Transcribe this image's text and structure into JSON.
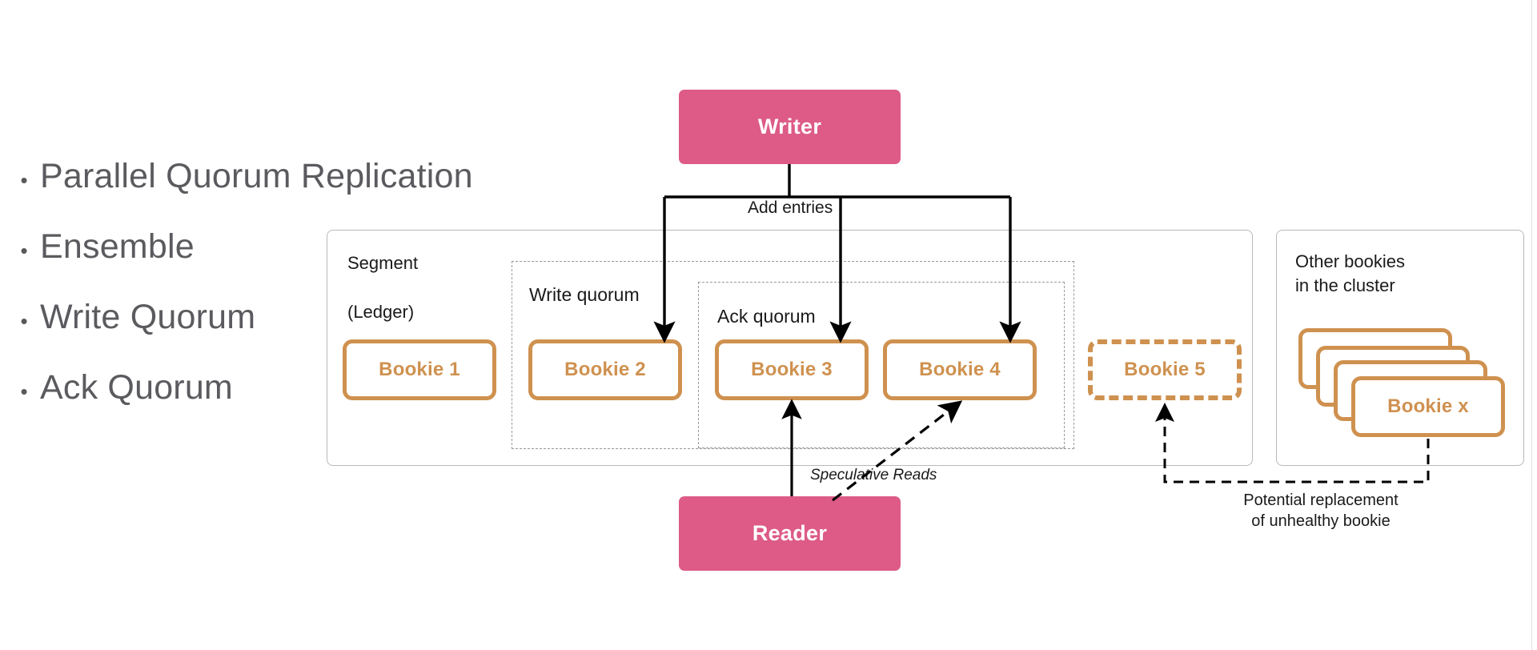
{
  "slide": {
    "background_color": "#ffffff",
    "accent_pink": "#dd5b86",
    "accent_orange": "#cf914f",
    "text_color": "#5b5b5f"
  },
  "bullets": {
    "marker": "•",
    "items": [
      {
        "label": "Parallel Quorum Replication"
      },
      {
        "label": "Ensemble"
      },
      {
        "label": "Write Quorum"
      },
      {
        "label": "Ack Quorum"
      }
    ]
  },
  "diagram": {
    "writer": {
      "label": "Writer"
    },
    "reader": {
      "label": "Reader"
    },
    "add_entries_label": "Add entries",
    "speculative_reads_label": "Speculative Reads",
    "replacement_note": "Potential  replacement\nof unhealthy bookie",
    "segment_panel": {
      "label": "Segment\n\n(Ledger)"
    },
    "write_quorum": {
      "label": "Write quorum"
    },
    "ack_quorum": {
      "label": "Ack quorum"
    },
    "bookies": [
      {
        "label": "Bookie 1",
        "style": "solid"
      },
      {
        "label": "Bookie 2",
        "style": "solid"
      },
      {
        "label": "Bookie 3",
        "style": "solid"
      },
      {
        "label": "Bookie 4",
        "style": "solid"
      },
      {
        "label": "Bookie 5",
        "style": "dashed"
      }
    ],
    "other_panel": {
      "label": "Other bookies\nin the cluster",
      "stack_label": "Bookie x"
    }
  }
}
